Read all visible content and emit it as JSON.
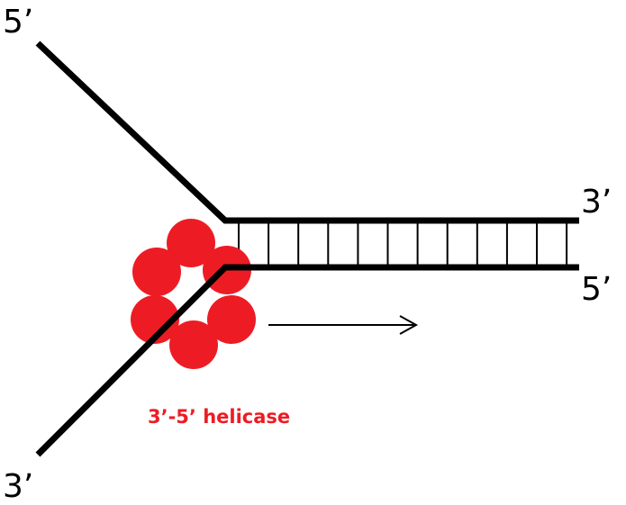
{
  "labels": {
    "top_left_end": "5’",
    "bottom_left_end": "3’",
    "top_right_end": "3’",
    "bottom_right_end": "5’",
    "helicase": "3’-5’ helicase"
  },
  "colors": {
    "strand": "#000000",
    "helicase": "#ed1c24"
  },
  "base_pairs": 12
}
